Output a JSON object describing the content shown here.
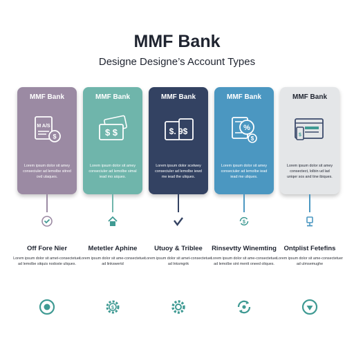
{
  "header": {
    "title": "MMF Bank",
    "subtitle": "Designe Designe’s Account Types"
  },
  "colors": {
    "purple": "#9b8aa3",
    "teal": "#6fb5ab",
    "navy": "#334262",
    "blue": "#4b97c1",
    "gray": "#e4e6e8",
    "accent_teal": "#3f9a93",
    "text_dark": "#1f2430"
  },
  "cards": [
    {
      "title": "MMF Bank",
      "icon_text": "M A/S",
      "icon": "document-dollar-icon",
      "text": "Lorem ipsum dolor sit amey conseciuler ad lemolbe sitred ovd ulaques.",
      "feature_icon": "shield-check-icon",
      "feature_heading": "Off Fore Nier",
      "feature_text": "Lorem ipsum dolor sit amet-consectetuer ad lemolbe sitquis nodoste uliques.",
      "bottom_icon": "target-icon"
    },
    {
      "title": "MMF Bank",
      "icon_text": "$ $",
      "icon": "cash-stack-icon",
      "text": "Lorem ipsum dolor sit amey conseciuler ad lemolbe simal iead mo aiques.",
      "feature_icon": "house-icon",
      "feature_heading": "Metetler Aphine",
      "feature_text": "Lorem ipsum dolor sit ame-consectetuer ad linkswertd",
      "bottom_icon": "gear-coin-icon"
    },
    {
      "title": "MMF Bank",
      "icon_text": "$. 9$",
      "icon": "wallet-dollar-icon",
      "text": "Lorem ipsum dolor scetwey conseciuler ad lemolbe iewd me iead the uliques.",
      "feature_icon": "check-shield-icon",
      "feature_heading": "Utuoy & Triblee",
      "feature_text": "Lorem ipsum dolor sit amet-consectetuer ad lnksmgrik",
      "bottom_icon": "gear-icon"
    },
    {
      "title": "MMF Bank",
      "icon_text": "%",
      "icon": "percent-document-icon",
      "text": "Lorem ipsum dolor sit amey conseciuler ad lemolbe iead iead me uliques.",
      "feature_icon": "refresh-dollar-icon",
      "feature_heading": "Rinsevtty Winemting",
      "feature_text": "Lorem ipsum dolor sit ame-consectetuer ad lemolbe sint mentt oneed oliques.",
      "bottom_icon": "refresh-icon"
    },
    {
      "title": "MMF Bank",
      "icon_text": "",
      "icon": "browser-mobile-icon",
      "text": "Lorem ipsum dolor sit amey consectect, lolbin ud lad uniqer sos and tine ibiques.",
      "feature_icon": "lock-stand-icon",
      "feature_heading": "Ontplist Fetefins",
      "feature_text": "Lorem ipsum dolor sit ame-consectetuer ad ulmsemughe",
      "bottom_icon": "pin-target-icon"
    }
  ]
}
